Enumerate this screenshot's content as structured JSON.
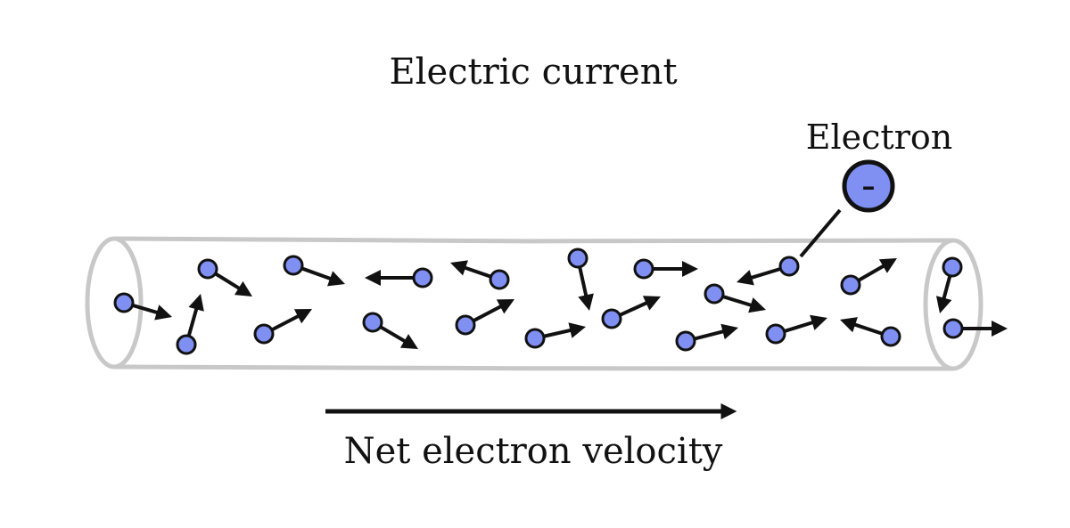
{
  "title": "Electric current",
  "electron_label": "Electron",
  "electron_symbol": "–",
  "net_velocity_label": "Net electron velocity",
  "colors": {
    "electron_fill": "#7f8ff2",
    "electron_stroke": "#111111",
    "wire": "#c8c8c8",
    "arrow": "#111111",
    "background": "#ffffff"
  },
  "icons": {
    "electron": "electron-icon",
    "arrow": "arrow-icon"
  }
}
